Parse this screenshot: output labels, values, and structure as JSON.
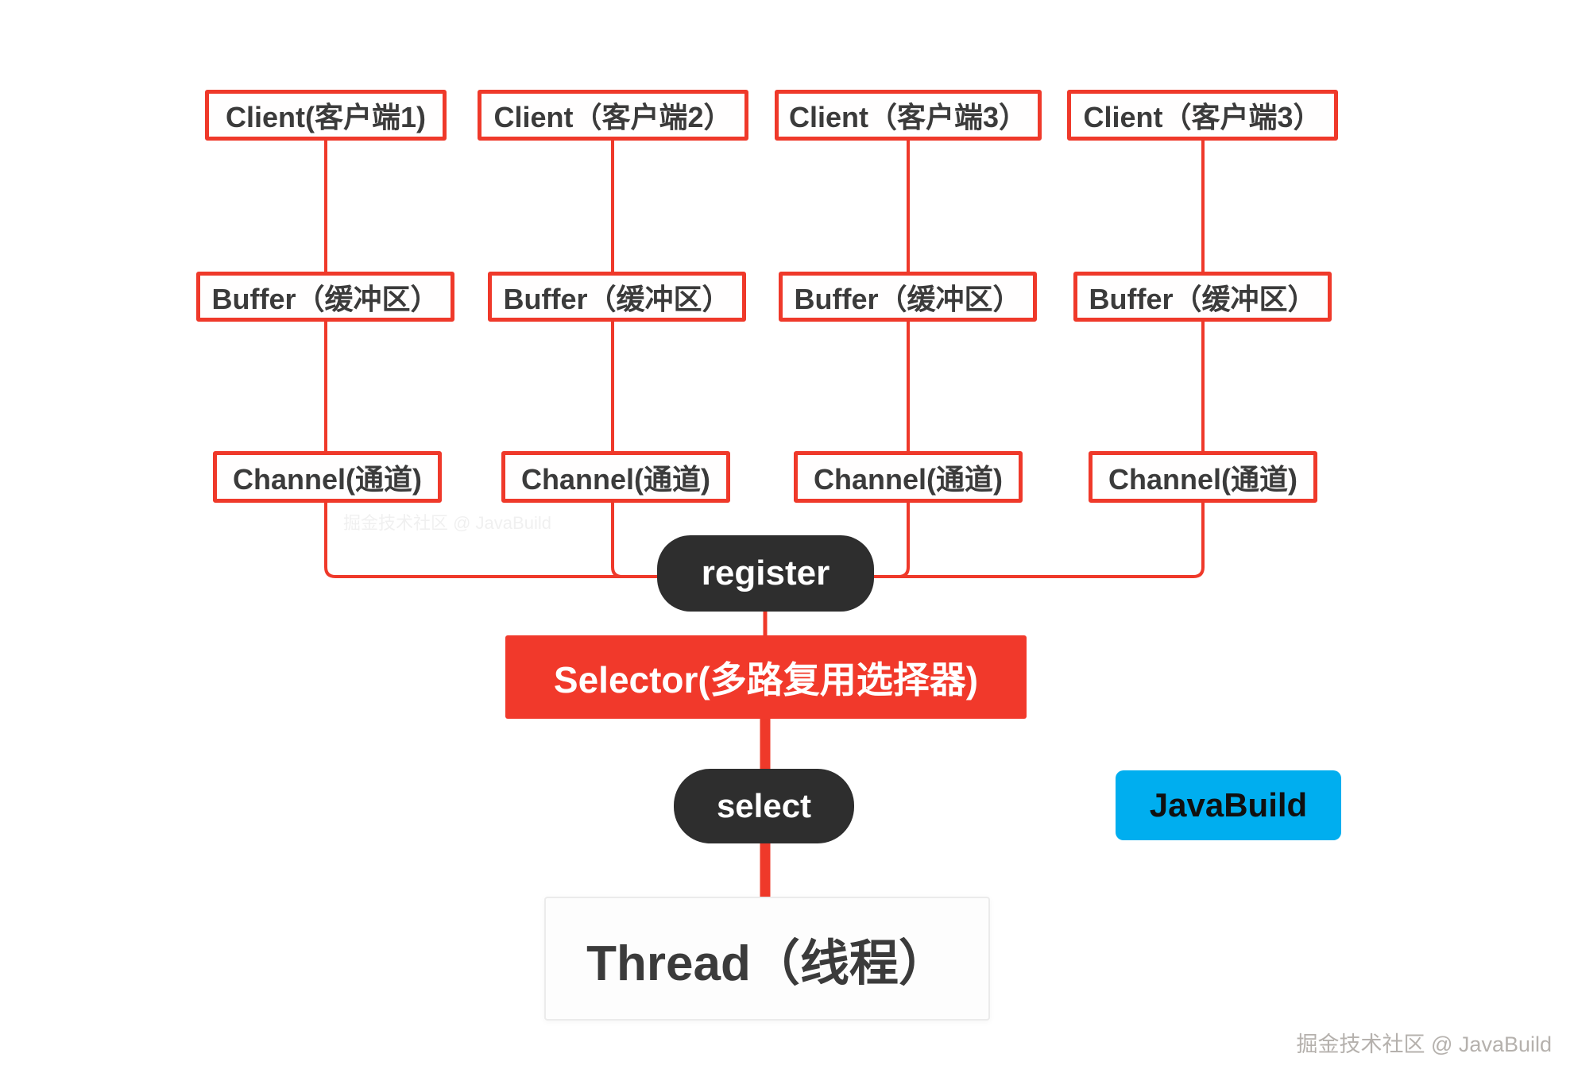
{
  "diagram": {
    "columns": [
      {
        "client": "Client(客户端1)",
        "buffer": "Buffer（缓冲区）",
        "channel": "Channel(通道)"
      },
      {
        "client": "Client（客户端2）",
        "buffer": "Buffer（缓冲区）",
        "channel": "Channel(通道)"
      },
      {
        "client": "Client（客户端3）",
        "buffer": "Buffer（缓冲区）",
        "channel": "Channel(通道)"
      },
      {
        "client": "Client（客户端3）",
        "buffer": "Buffer（缓冲区）",
        "channel": "Channel(通道)"
      }
    ],
    "register_label": "register",
    "selector_label": "Selector(多路复用选择器)",
    "select_label": "select",
    "thread_label": "Thread（线程）",
    "badge_label": "JavaBuild",
    "watermark": "掘金技术社区 @ JavaBuild",
    "faint_watermark": "掘金技术社区 @ JavaBuild",
    "colors": {
      "line_red": "#ef392a",
      "selector_red": "#f1392b",
      "pill_dark": "#2e2e2e",
      "badge_blue": "#00aeef",
      "box_text": "#3b3b3b",
      "watermark_gray": "#b5b1ad"
    }
  }
}
